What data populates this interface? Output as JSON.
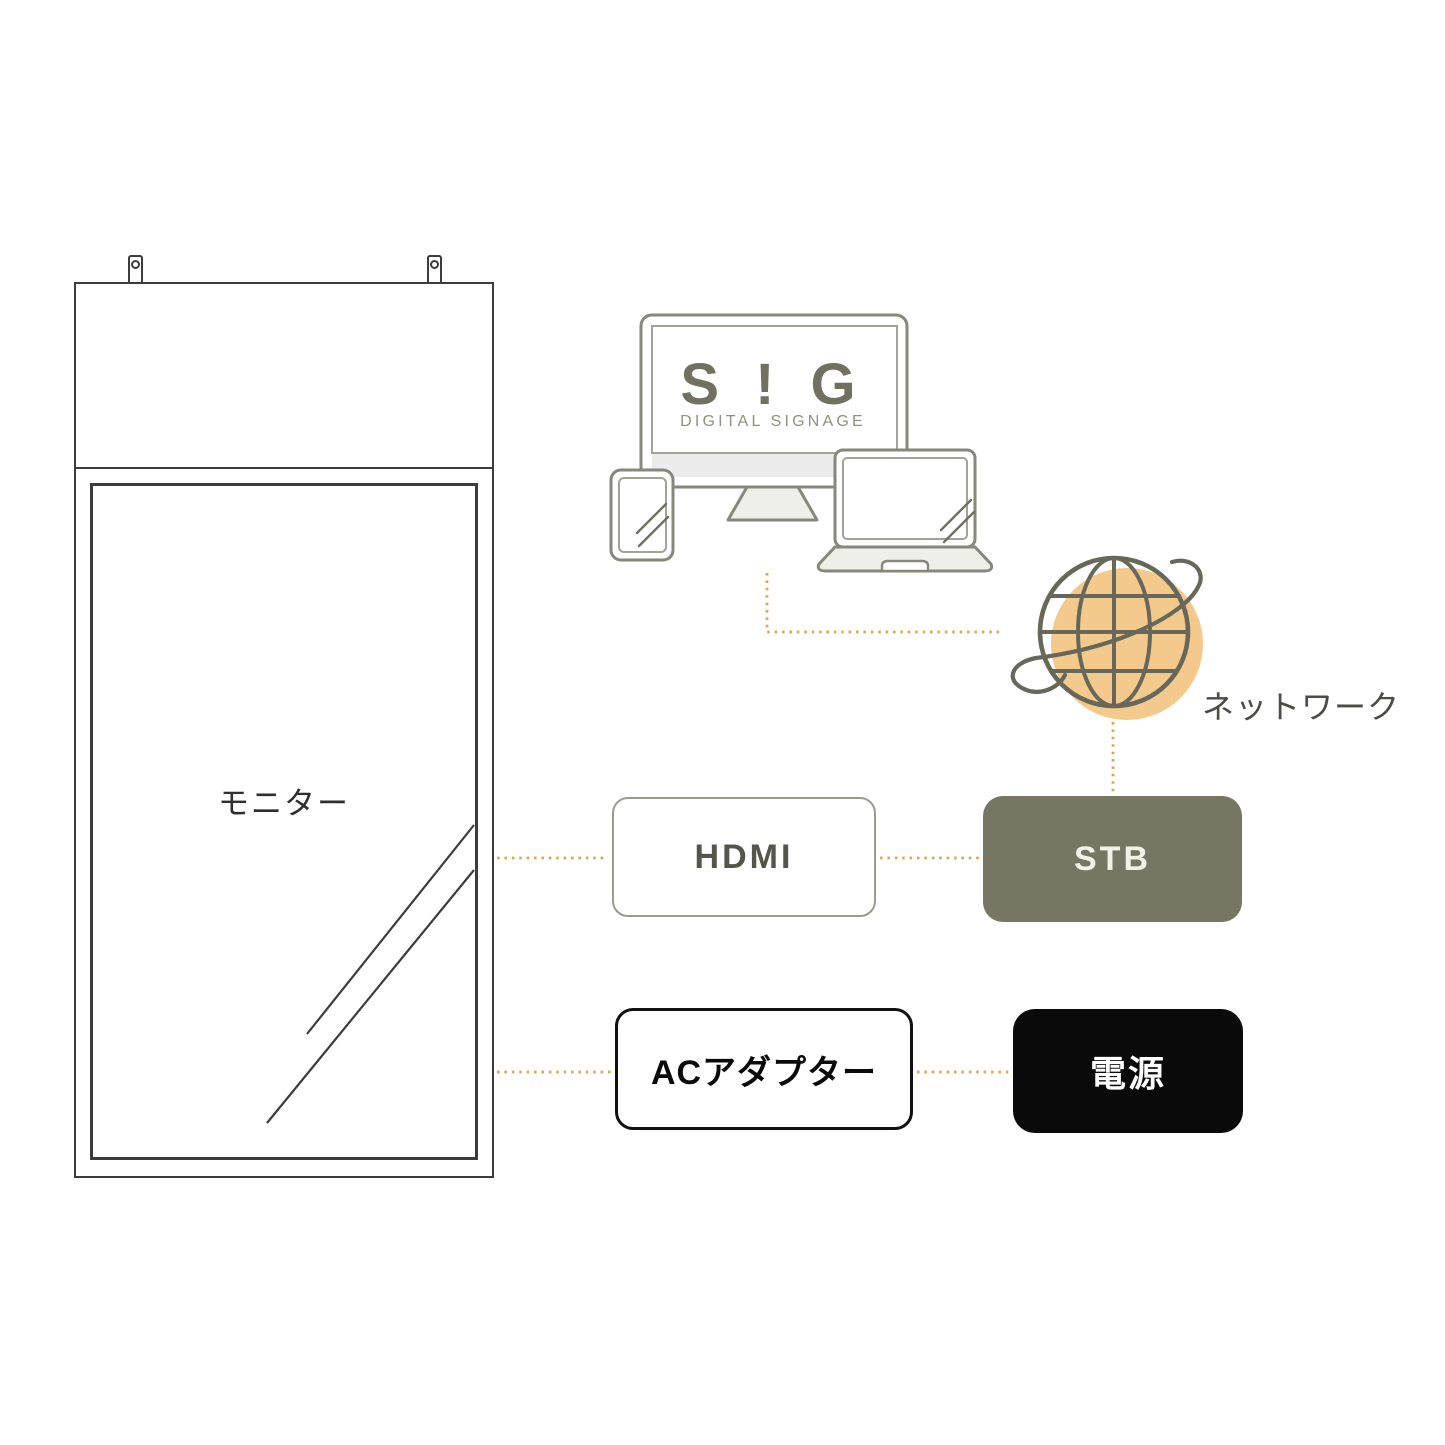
{
  "monitor": {
    "label": "モニター"
  },
  "devices": {
    "logo_main": "S ! G",
    "logo_sub": "DIGITAL SIGNAGE"
  },
  "network": {
    "label": "ネットワーク"
  },
  "nodes": {
    "hdmi": {
      "label": "HDMI"
    },
    "stb": {
      "label": "STB"
    },
    "ac": {
      "label": "ACアダプター"
    },
    "power": {
      "label": "電源"
    }
  },
  "colors": {
    "connector_dots": "#d9a855",
    "device_outline": "#87877b",
    "device_inner_line": "#a2a296",
    "monitor_outline": "#3c3c3c",
    "stb_fill": "#777663",
    "power_fill": "#0a0a0a",
    "network_halo": "#f3c98c",
    "globe_stroke": "#68685a",
    "logo_color": "#72715f",
    "logo_sub_color": "#90907f"
  }
}
